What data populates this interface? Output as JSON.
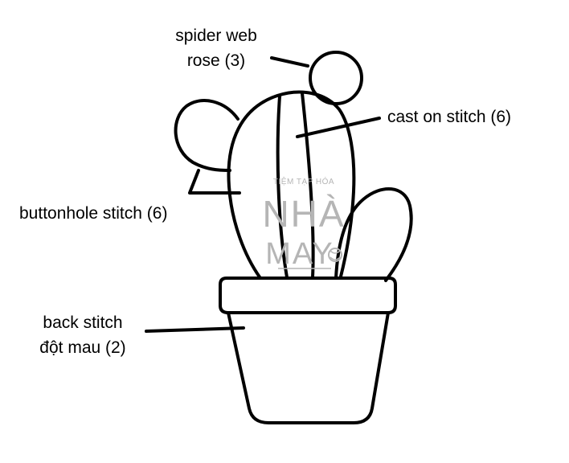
{
  "labels": {
    "spider_web_rose": [
      "spider web",
      "rose (3)"
    ],
    "cast_on_stitch": "cast on stitch (6)",
    "buttonhole_stitch": "buttonhole stitch (6)",
    "back_stitch": [
      "back stitch",
      "đột mau (2)"
    ]
  },
  "watermark": {
    "line1": "TIỆM TẠP HÓA",
    "line2": "NHÀ",
    "line3": "MAY"
  },
  "colors": {
    "ink": "#000000",
    "watermark": "#b5b5b5",
    "background": "#ffffff"
  }
}
